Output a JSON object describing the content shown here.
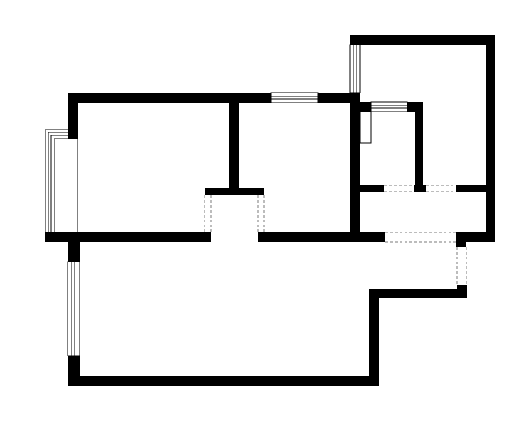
{
  "diagram": {
    "type": "floor-plan",
    "colors": {
      "wall": "#000000",
      "background": "#ffffff",
      "door_opening": "#7a7a7a"
    },
    "rooms": [
      "bedroom-left",
      "bedroom-middle",
      "bathroom",
      "room-upper-right",
      "hallway",
      "living-area"
    ],
    "windows": 5,
    "door_openings": 5
  }
}
